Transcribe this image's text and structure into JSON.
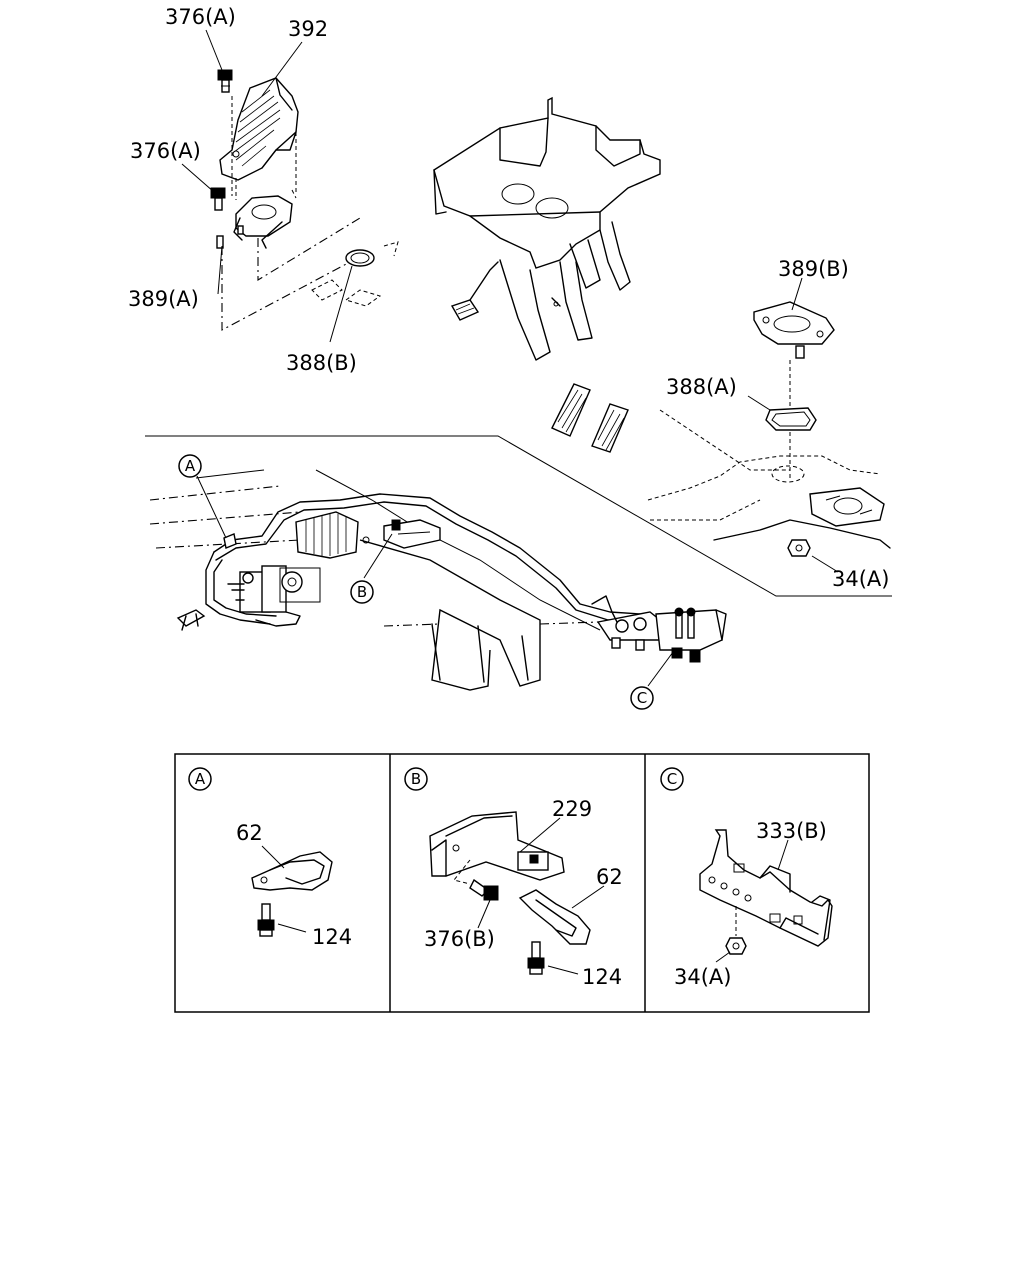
{
  "diagram": {
    "main_labels": [
      "376(A)",
      "392",
      "376(A)",
      "389(A)",
      "388(B)",
      "389(B)",
      "388(A)",
      "34(A)"
    ],
    "callouts": [
      "A",
      "B",
      "C"
    ],
    "detail_a": {
      "callout": "A",
      "labels": [
        "62",
        "124"
      ]
    },
    "detail_b": {
      "callout": "B",
      "labels": [
        "229",
        "62",
        "376(B)",
        "124"
      ]
    },
    "detail_c": {
      "callout": "C",
      "labels": [
        "333(B)",
        "34(A)"
      ]
    }
  }
}
